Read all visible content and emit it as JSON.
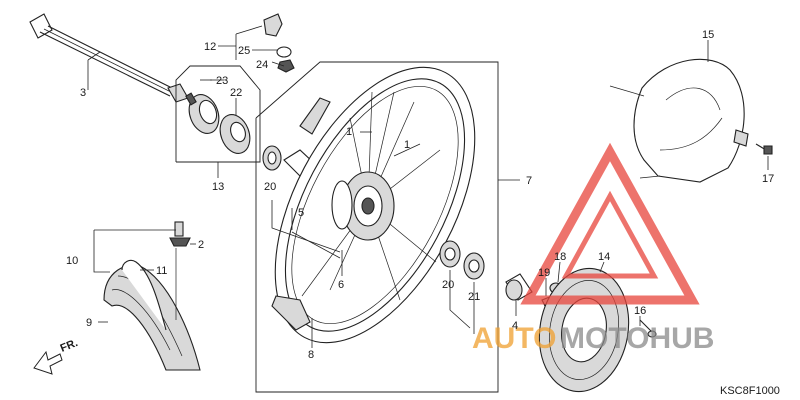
{
  "diagram": {
    "code": "KSC8F1000",
    "direction_label": "FR.",
    "watermark": {
      "text_orange": "AUTO",
      "text_gray": "MOTOHUB",
      "colors": {
        "triangle": "#e8453c",
        "orange": "#f0a030",
        "gray": "#8a8a8a"
      }
    },
    "callouts": [
      "1",
      "1",
      "2",
      "3",
      "4",
      "5",
      "6",
      "7",
      "8",
      "9",
      "10",
      "11",
      "12",
      "13",
      "14",
      "15",
      "16",
      "17",
      "18",
      "19",
      "20",
      "20",
      "21",
      "22",
      "23",
      "24",
      "25"
    ]
  }
}
